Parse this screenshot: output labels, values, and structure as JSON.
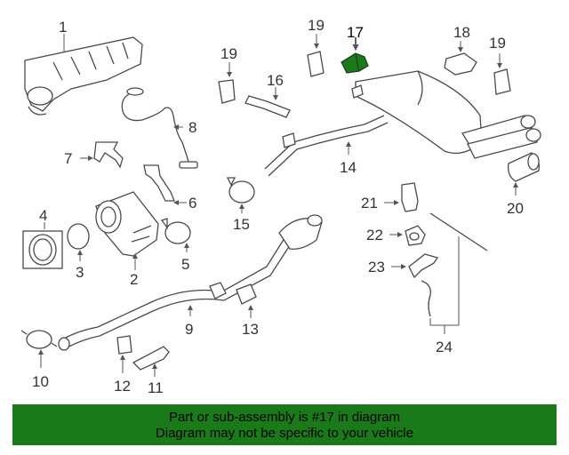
{
  "diagram": {
    "callouts": [
      "1",
      "2",
      "3",
      "4",
      "5",
      "6",
      "7",
      "8",
      "9",
      "10",
      "11",
      "12",
      "13",
      "14",
      "15",
      "16",
      "17",
      "18",
      "19",
      "20",
      "21",
      "22",
      "23",
      "24"
    ],
    "highlighted_part": "17",
    "highlight_color": "#1a7a1a"
  },
  "banner": {
    "line1": "Part or sub-assembly is #17 in diagram",
    "line2": "Diagram may not be specific to your vehicle",
    "background": "#1a7a1a"
  }
}
